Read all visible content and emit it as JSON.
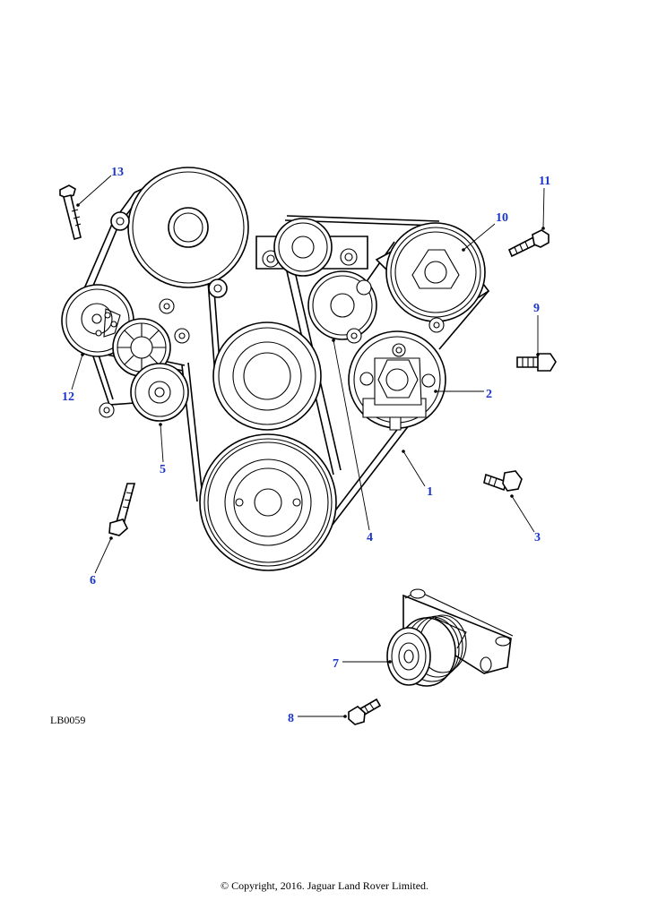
{
  "drawing_code": "LB0059",
  "copyright": "© Copyright, 2016. Jaguar Land Rover Limited.",
  "callouts": [
    {
      "id": "1",
      "label": "1"
    },
    {
      "id": "2",
      "label": "2"
    },
    {
      "id": "3",
      "label": "3"
    },
    {
      "id": "4",
      "label": "4"
    },
    {
      "id": "5",
      "label": "5"
    },
    {
      "id": "6",
      "label": "6"
    },
    {
      "id": "7",
      "label": "7"
    },
    {
      "id": "8",
      "label": "8"
    },
    {
      "id": "9",
      "label": "9"
    },
    {
      "id": "10",
      "label": "10"
    },
    {
      "id": "11",
      "label": "11"
    },
    {
      "id": "12",
      "label": "12"
    },
    {
      "id": "13",
      "label": "13"
    }
  ],
  "colors": {
    "callout": "#1a35c8",
    "line": "#000000"
  }
}
